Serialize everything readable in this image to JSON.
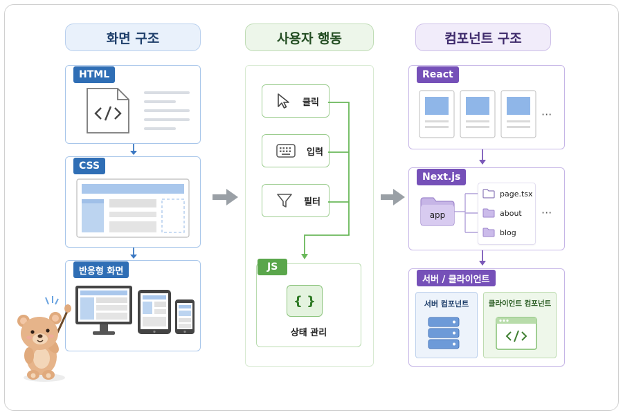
{
  "columns": {
    "screen": {
      "title": "화면 구조"
    },
    "behavior": {
      "title": "사용자 행동"
    },
    "component": {
      "title": "컴포넌트 구조"
    }
  },
  "screen_cards": {
    "html": {
      "tag": "HTML"
    },
    "css": {
      "tag": "CSS"
    },
    "responsive": {
      "tag": "반응형 화면"
    }
  },
  "behavior": {
    "actions": [
      {
        "label": "클릭",
        "icon": "cursor-icon"
      },
      {
        "label": "입력",
        "icon": "keyboard-icon"
      },
      {
        "label": "필터",
        "icon": "filter-icon"
      }
    ],
    "js": {
      "tag": "JS",
      "braces": "{ }",
      "caption": "상태 관리"
    }
  },
  "component_cards": {
    "react": {
      "tag": "React",
      "more": "···"
    },
    "next": {
      "tag": "Next.js",
      "root": "app",
      "files": [
        "page.tsx",
        "about",
        "blog"
      ],
      "more": "···"
    },
    "server": {
      "tag": "서버 / 클라이언트",
      "server_label": "서버 컴포넌트",
      "client_label": "클라이언트 컴포넌트"
    }
  },
  "colors": {
    "blue": "#2f6eb5",
    "green": "#5aa64b",
    "purple": "#7550b8",
    "arrow_gray": "#9aa0a6"
  }
}
